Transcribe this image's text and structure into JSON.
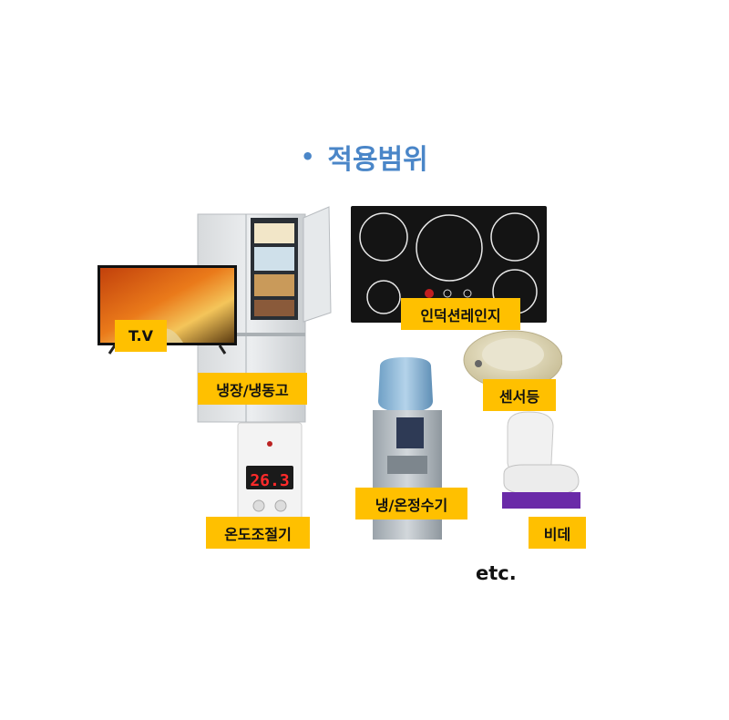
{
  "heading": {
    "bullet": "•",
    "title": "적용범위"
  },
  "display": {
    "thermostat_reading": "26.3"
  },
  "labels": {
    "tv": "T.V",
    "fridge": "냉장/냉동고",
    "induction": "인덕션레인지",
    "sensor_light": "센서등",
    "thermostat": "온도조절기",
    "water_dispenser": "냉/온정수기",
    "bidet": "비데"
  },
  "footer": {
    "etc": "etc."
  },
  "colors": {
    "title": "#4a86c8",
    "label_bg": "#ffc000"
  }
}
